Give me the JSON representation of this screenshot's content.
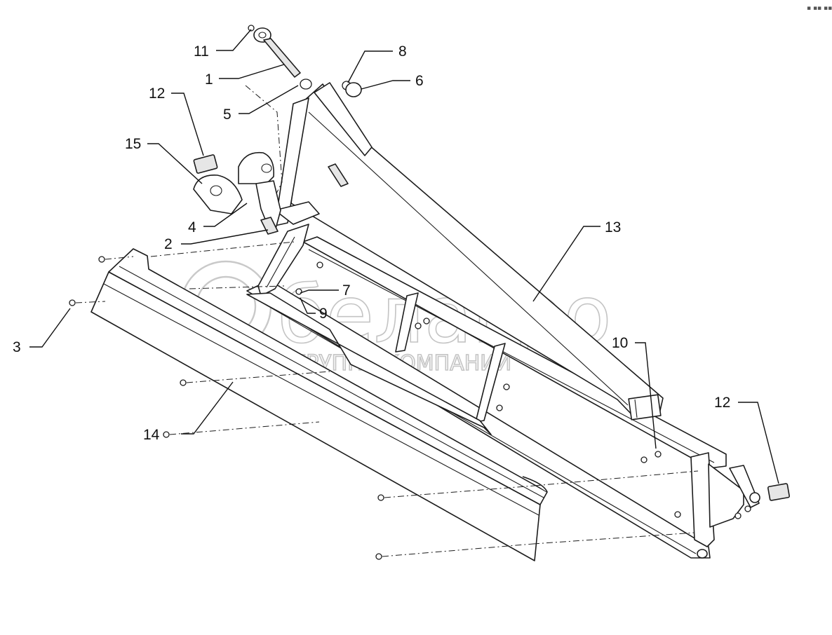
{
  "diagram": {
    "callouts": [
      {
        "id": "c11",
        "label": "11"
      },
      {
        "id": "c1",
        "label": "1"
      },
      {
        "id": "c5",
        "label": "5"
      },
      {
        "id": "c8",
        "label": "8"
      },
      {
        "id": "c6",
        "label": "6"
      },
      {
        "id": "c12a",
        "label": "12"
      },
      {
        "id": "c15",
        "label": "15"
      },
      {
        "id": "c4",
        "label": "4"
      },
      {
        "id": "c2",
        "label": "2"
      },
      {
        "id": "c13",
        "label": "13"
      },
      {
        "id": "c7",
        "label": "7"
      },
      {
        "id": "c9",
        "label": "9"
      },
      {
        "id": "c3",
        "label": "3"
      },
      {
        "id": "c10",
        "label": "10"
      },
      {
        "id": "c12b",
        "label": "12"
      },
      {
        "id": "c14",
        "label": "14"
      }
    ]
  },
  "watermark": {
    "brand": "белагро",
    "tagline": "ГРУППА  КОМПАНИЙ"
  },
  "corner_mark": "▪ ▪▪ ▪▪▪"
}
